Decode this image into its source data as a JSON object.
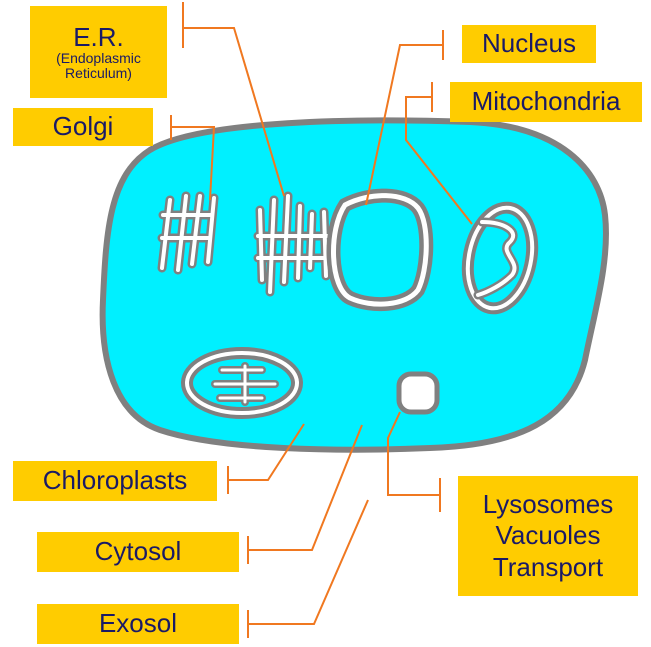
{
  "labels": {
    "er": {
      "title": "E.R.",
      "line1": "(Endoplasmic",
      "line2": "Reticulum)"
    },
    "golgi": "Golgi",
    "nucleus": "Nucleus",
    "mitochondria": "Mitochondria",
    "chloroplasts": "Chloroplasts",
    "cytosol": "Cytosol",
    "exosol": "Exosol",
    "lysosomes": {
      "line1": "Lysosomes",
      "line2": "Vacuoles",
      "line3": "Transport"
    }
  },
  "colors": {
    "cell_fill": "#00F0FF",
    "membrane": "#808080",
    "leader_line": "#F07820",
    "label_bg": "#FFCC00",
    "label_text": "#1A1A66"
  }
}
